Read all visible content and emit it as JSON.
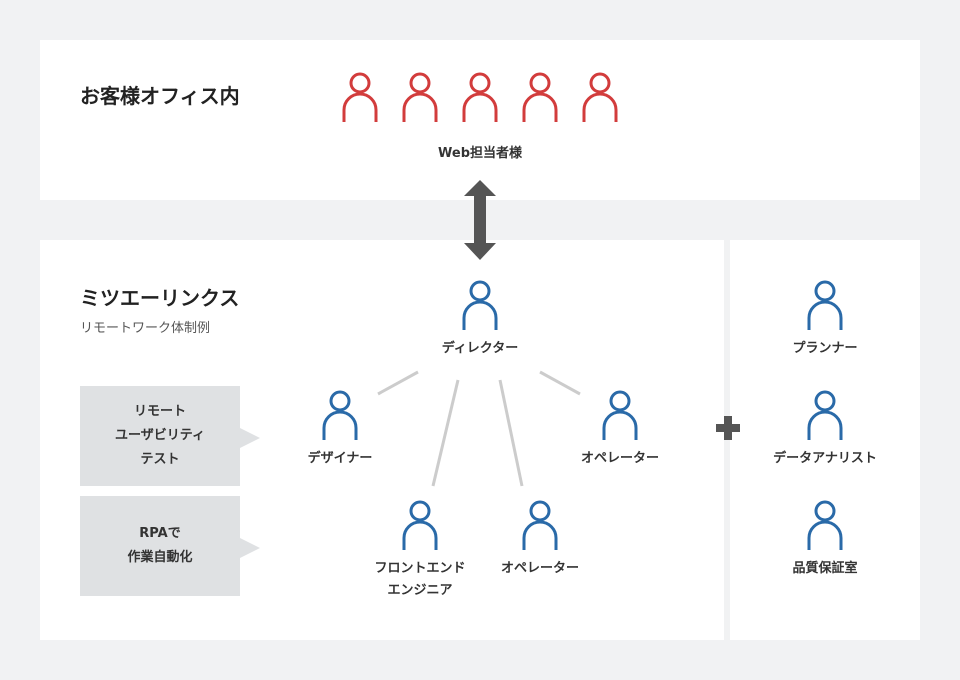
{
  "client": {
    "title": "お客様オフィス内",
    "group_label": "Web担当者様",
    "person_icons": [
      "person-icon",
      "person-icon",
      "person-icon",
      "person-icon",
      "person-icon"
    ]
  },
  "company": {
    "title": "ミツエーリンクス",
    "subtitle": "リモートワーク体制例",
    "director": "ディレクター",
    "designer": "デザイナー",
    "operator_1": "オペレーター",
    "frontend_line1": "フロントエンド",
    "frontend_line2": "エンジニア",
    "operator_2": "オペレーター",
    "notes": {
      "usability": [
        "リモート",
        "ユーザビリティ",
        "テスト"
      ],
      "rpa": [
        "RPAで",
        "作業自動化"
      ]
    }
  },
  "extra": {
    "planner": "プランナー",
    "analyst": "データアナリスト",
    "qa": "品質保証室"
  },
  "colors": {
    "client_person": "#d23c3c",
    "company_person": "#2a6aa8",
    "connector": "#cccccc",
    "arrow": "#555555",
    "background": "#f1f2f3",
    "panel": "#ffffff",
    "note": "#dfe1e3"
  }
}
